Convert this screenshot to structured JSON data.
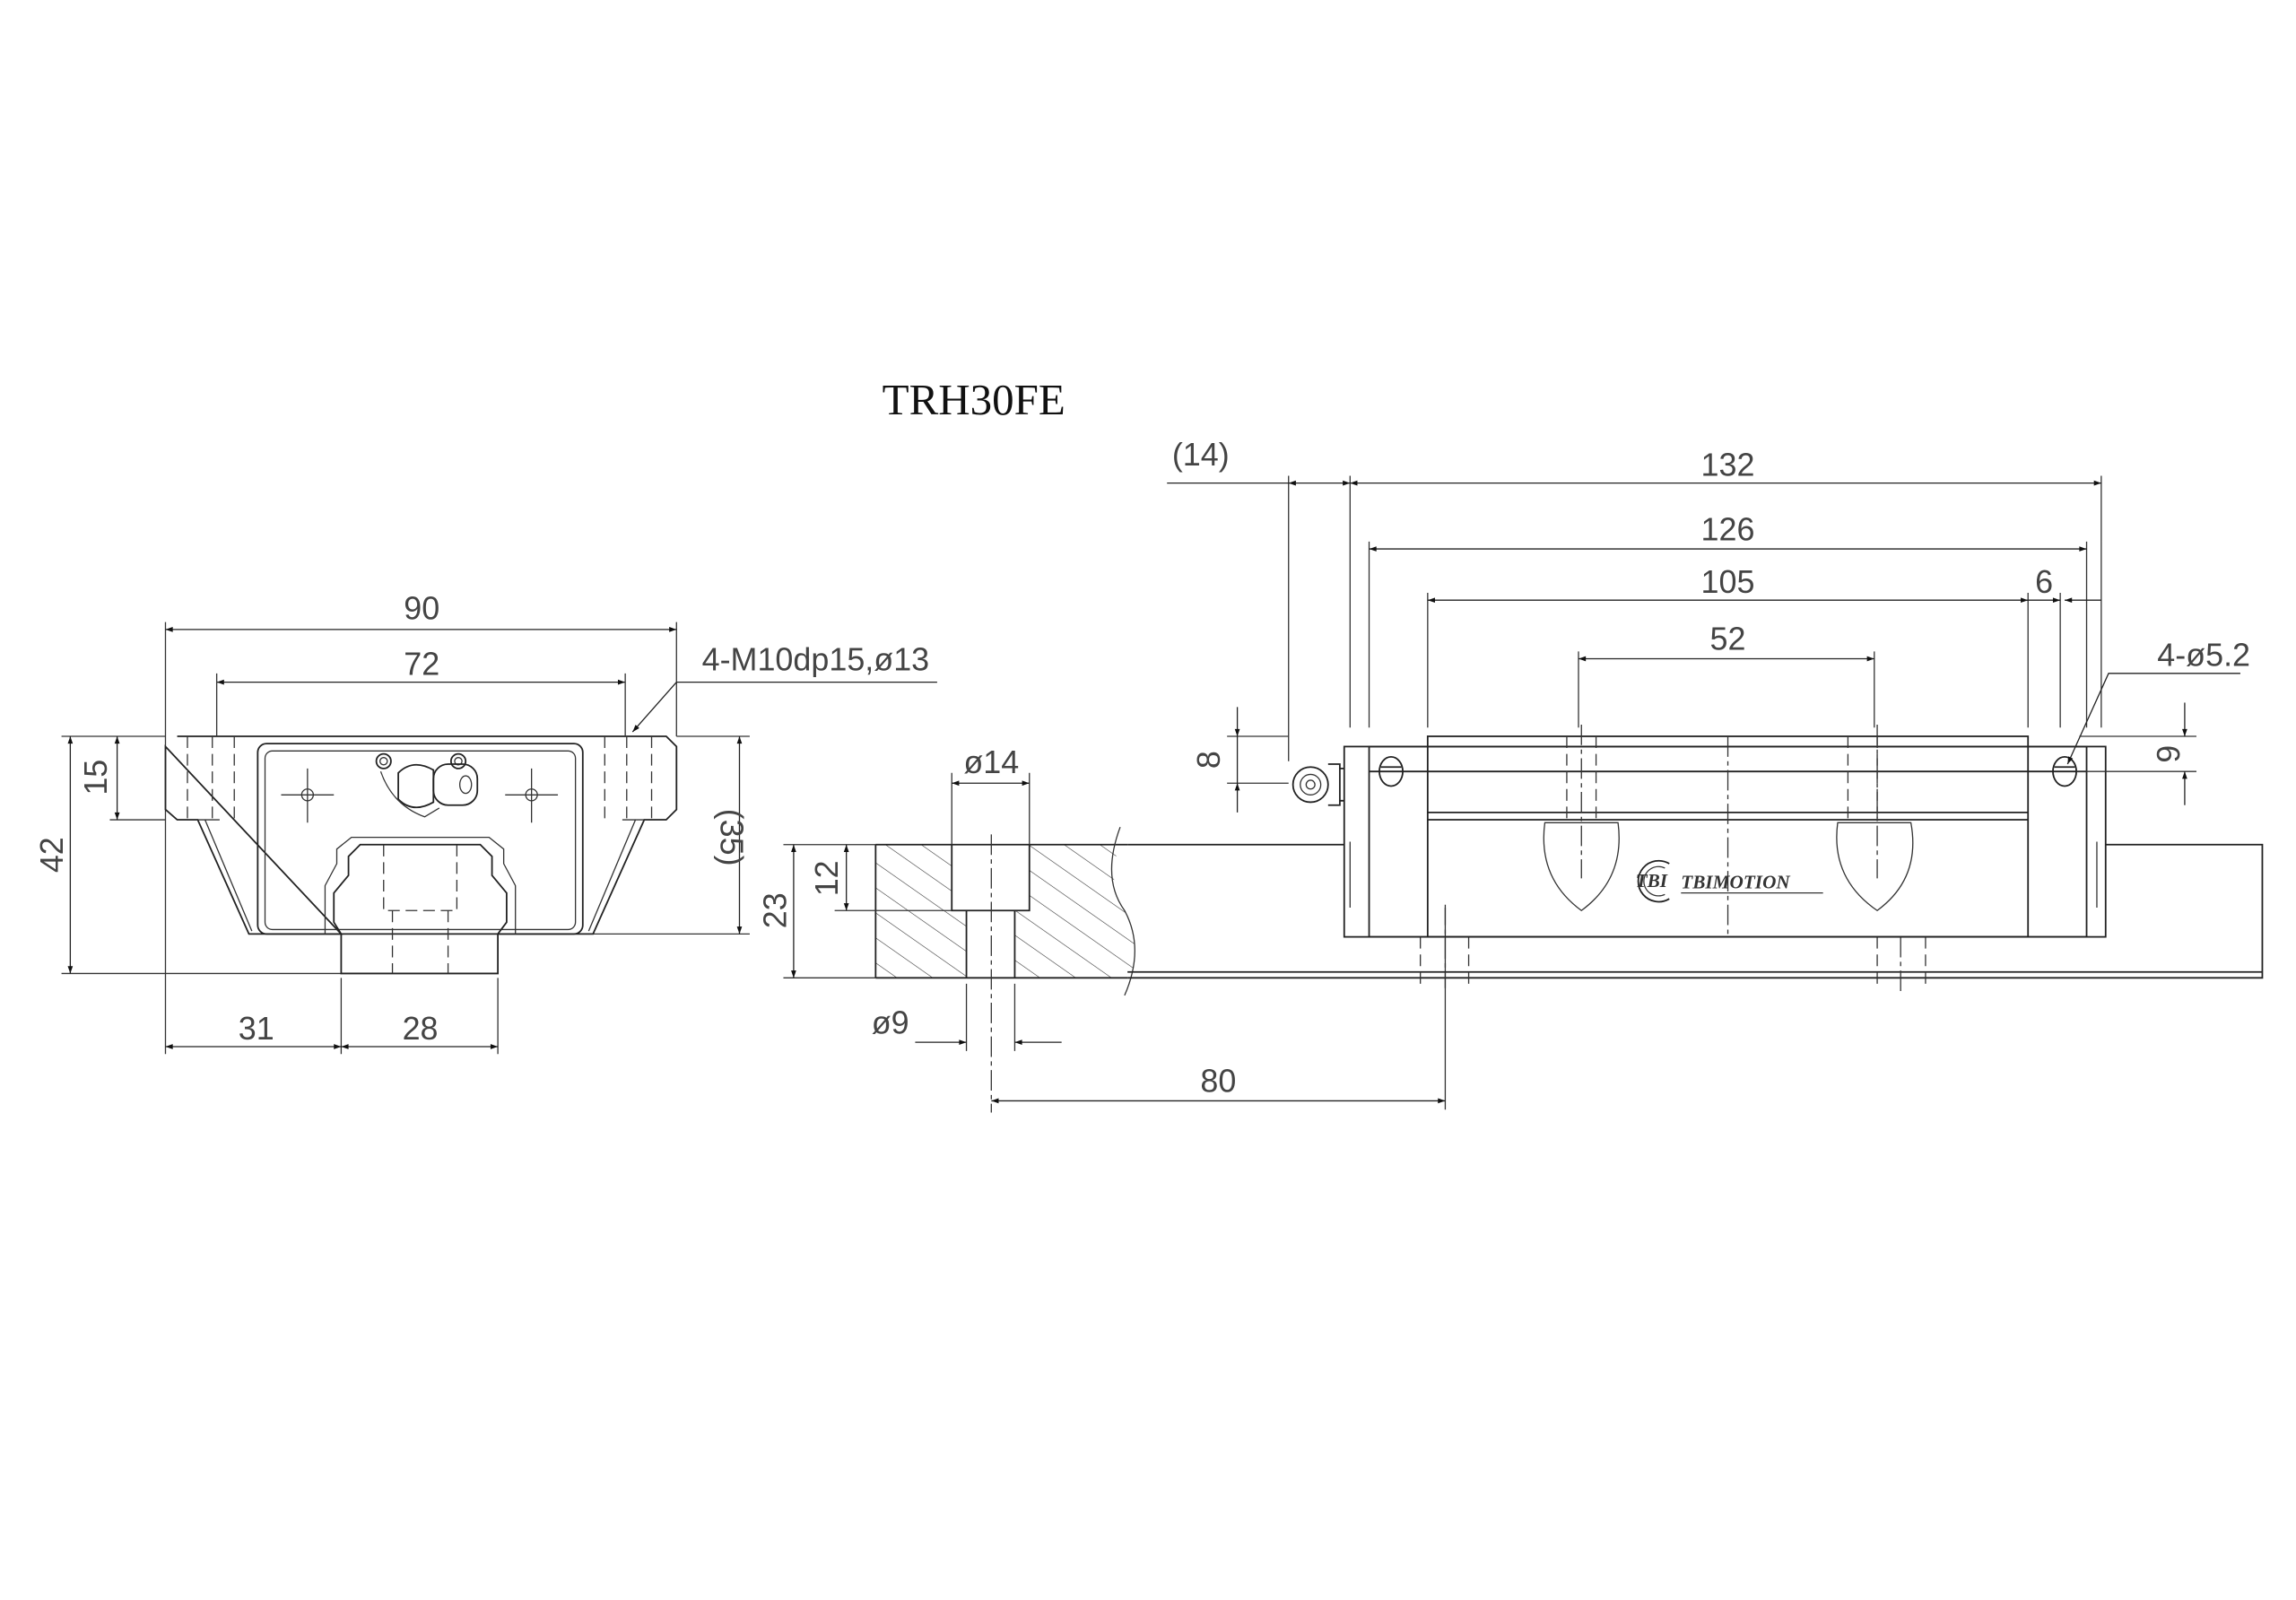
{
  "title": "TRH30FE",
  "front_view": {
    "width_overall": "90",
    "hole_spacing_width": "72",
    "callout_mount_holes": "4-M10dp15,ø13",
    "height_overall": "42",
    "flange_thickness": "15",
    "block_height": "(35)",
    "rail_offset": "31",
    "rail_width": "28"
  },
  "rail_section": {
    "counterbore_dia": "ø14",
    "counterbore_depth": "12",
    "rail_height": "23",
    "through_hole_dia": "ø9",
    "hole_pitch": "80"
  },
  "side_view": {
    "grease_nipple_length": "(14)",
    "length_overall": "132",
    "body_length_with_caps": "126",
    "body_length": "105",
    "mount_hole_spacing": "52",
    "end_offset": "6",
    "callout_end_holes": "4-ø5.2",
    "nipple_height": "8",
    "end_hole_height": "6",
    "logo_mark": "TBI",
    "logo_text": "TBIMOTION"
  }
}
